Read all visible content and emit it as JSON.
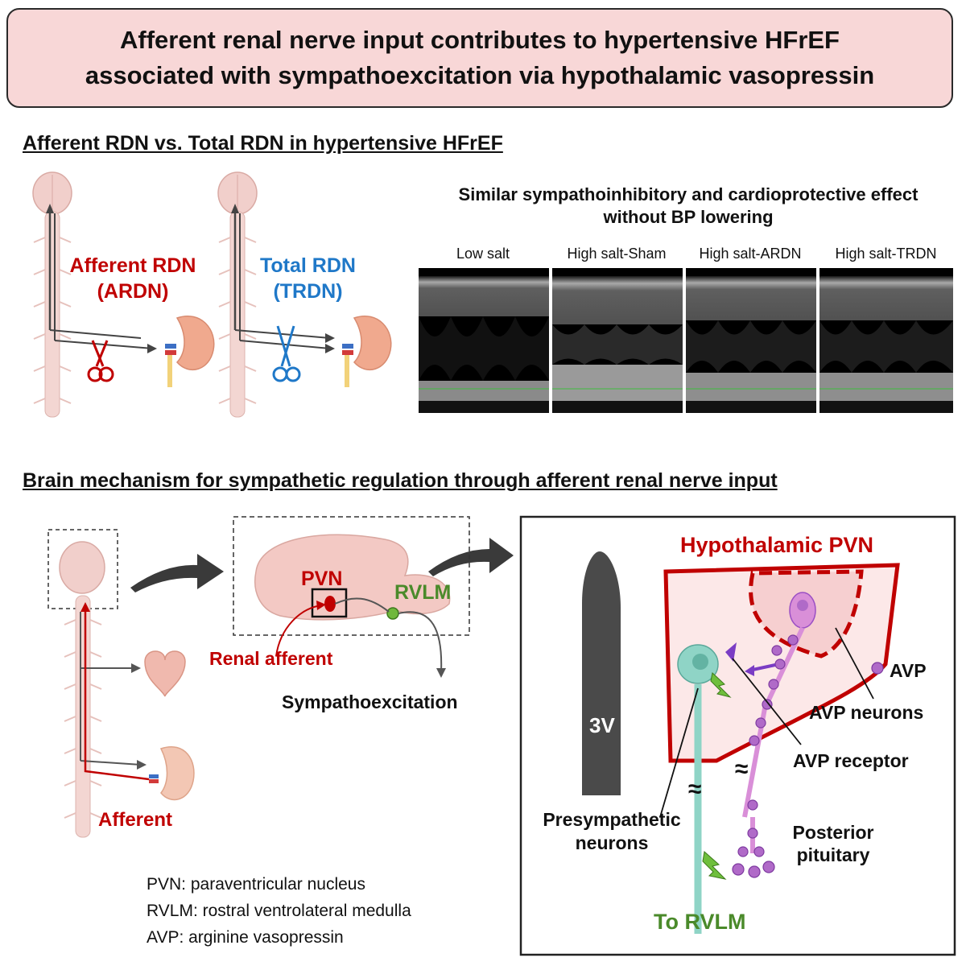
{
  "title": {
    "line1": "Afferent renal nerve input contributes to hypertensive HFrEF",
    "line2": "associated with sympathoexcitation via hypothalamic vasopressin"
  },
  "section1": {
    "heading": "Afferent RDN vs. Total RDN in hypertensive HFrEF",
    "ardn_label_line1": "Afferent RDN",
    "ardn_label_line2": "(ARDN)",
    "trdn_label_line1": "Total RDN",
    "trdn_label_line2": "(TRDN)",
    "effect_line1": "Similar sympathoinhibitory and cardioprotective effect",
    "effect_line2": "without BP lowering",
    "echo_panels": [
      {
        "label": "Low salt"
      },
      {
        "label": "High salt-Sham"
      },
      {
        "label": "High salt-ARDN"
      },
      {
        "label": "High salt-TRDN"
      }
    ]
  },
  "section2": {
    "heading": "Brain mechanism for sympathetic regulation through afferent renal nerve input",
    "afferent_label": "Afferent",
    "pvn_label": "PVN",
    "rvlm_label": "RVLM",
    "renal_afferent_label": "Renal afferent",
    "sympathoexcitation_label": "Sympathoexcitation",
    "abbreviations": [
      "PVN: paraventricular nucleus",
      "RVLM: rostral ventrolateral medulla",
      "AVP: arginine vasopressin"
    ],
    "detail": {
      "hypothalamic_pvn_label": "Hypothalamic PVN",
      "third_ventricle_label": "3V",
      "avp_label": "AVP",
      "avp_neurons_label": "AVP neurons",
      "avp_receptor_label": "AVP receptor",
      "presympathetic_line1": "Presympathetic",
      "presympathetic_line2": "neurons",
      "posterior_line1": "Posterior",
      "posterior_line2": "pituitary",
      "to_rvlm_label": "To RVLM"
    }
  },
  "colors": {
    "title_bg": "#f8d7d7",
    "afferent_red": "#c00000",
    "total_blue": "#1f78c8",
    "rvlm_green": "#4a8a2a",
    "avp_purple": "#9b4fc4",
    "presympathetic_teal": "#7cc9bb",
    "tissue_pink": "#f3c9c4"
  }
}
